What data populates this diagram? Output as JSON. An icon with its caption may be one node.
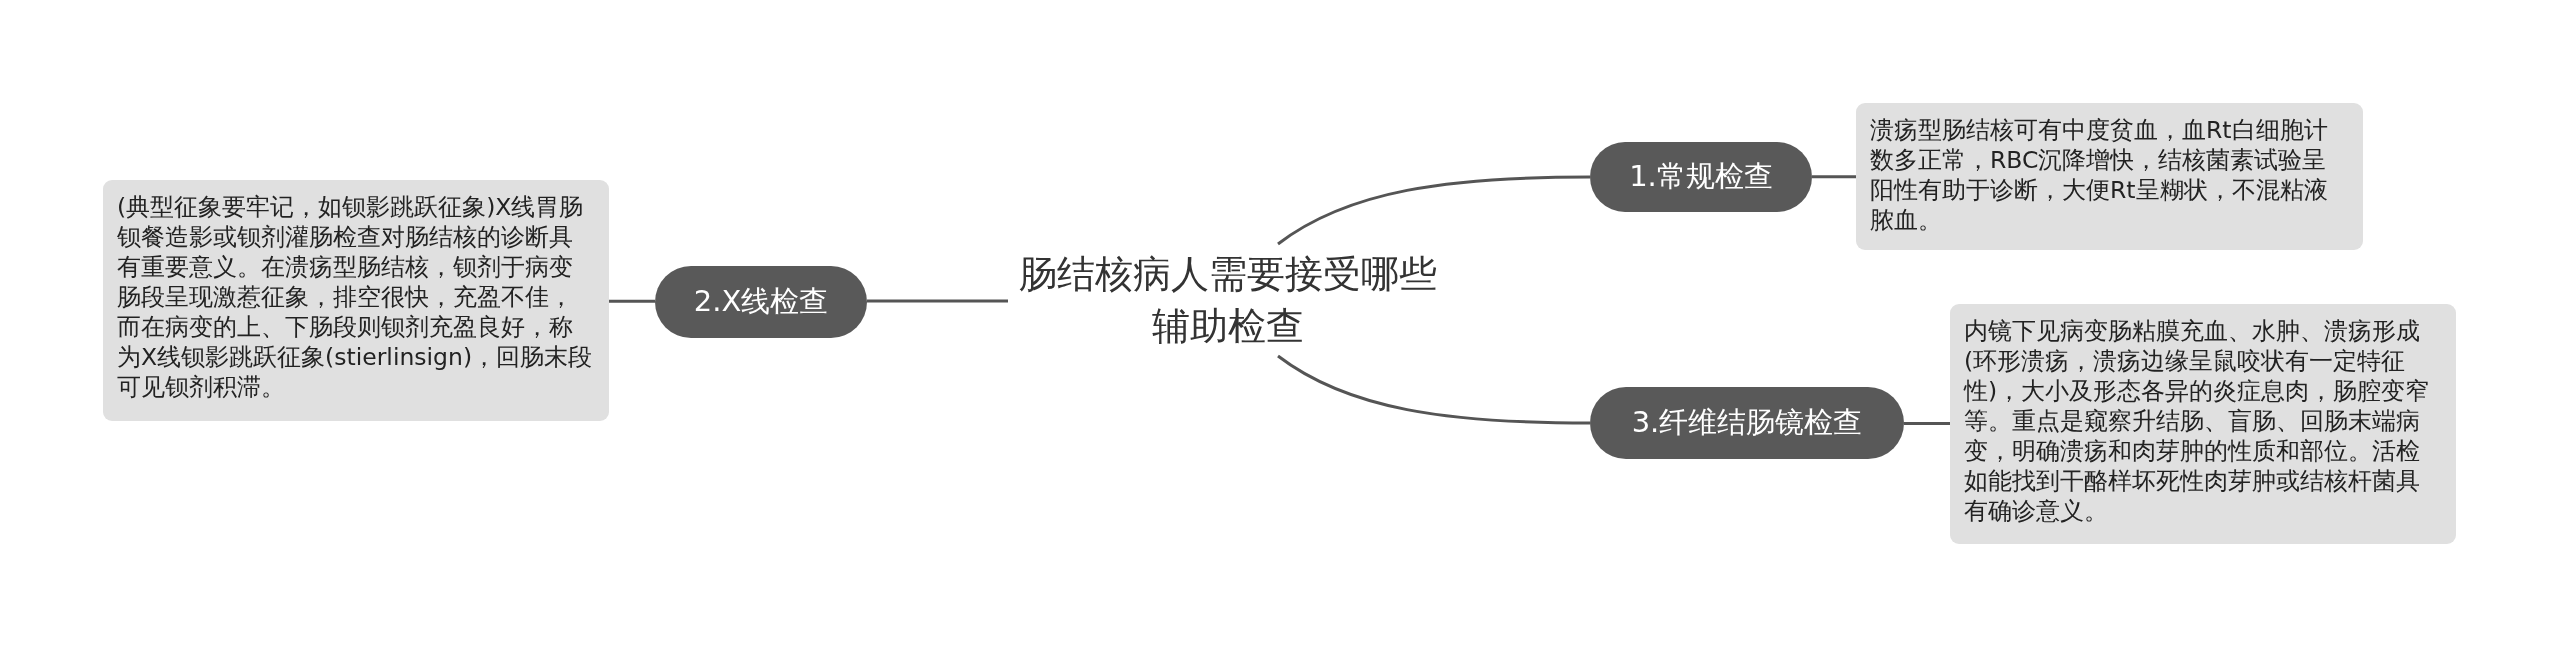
{
  "diagram": {
    "nodes": [
      {
        "text": [
          "肠结核病人需要接受哪些辅助检查"
        ]
      },
      {
        "text": [
          "1.常规检查"
        ]
      },
      {
        "text": [
          "溃疡型肠结核可有中度贫血，血Rt白细胞计数多正常，RBC沉降增快，结核菌素试验呈阳性有助于诊断，大便Rt呈糊状，不混粘液脓血。"
        ]
      },
      {
        "text": [
          "2.X线检查"
        ]
      },
      {
        "text": [
          "(典型征象要牢记，如钡影跳跃征象)X线胃肠钡餐造影或钡剂灌肠检查对肠结核的诊断具有重要意义。在溃疡型肠结核，钡剂于病变肠段呈现激惹征象，排空很快，充盈不佳，而在病变的上、下肠段则钡剂充盈良好，称为X线钡影跳跃征象(stierlinsign)，回肠末段可见钡剂积滞。"
        ]
      },
      {
        "text": [
          "3.纤维结肠镜检查"
        ]
      },
      {
        "text": [
          "内镜下见病变肠粘膜充血、水肿、溃疡形成(环形溃疡，溃疡边缘呈鼠咬状有一定特征性)，大小及形态各异的炎症息肉，肠腔变窄等。重点是窥察升结肠、盲肠、回肠末端病变，明确溃疡和肉芽肿的性质和部位。活检如能找到干酪样坏死性肉芽肿或结核杆菌具有确诊意义。"
        ]
      }
    ],
    "edges": [
      {
        "from": 0,
        "to": 1,
        "arrow": "none"
      },
      {
        "from": 0,
        "to": 3,
        "arrow": "none"
      },
      {
        "from": 0,
        "to": 5,
        "arrow": "none"
      },
      {
        "from": 1,
        "to": 2,
        "arrow": "none"
      },
      {
        "from": 3,
        "to": 4,
        "arrow": "none"
      },
      {
        "from": 5,
        "to": 6,
        "arrow": "none"
      }
    ]
  }
}
